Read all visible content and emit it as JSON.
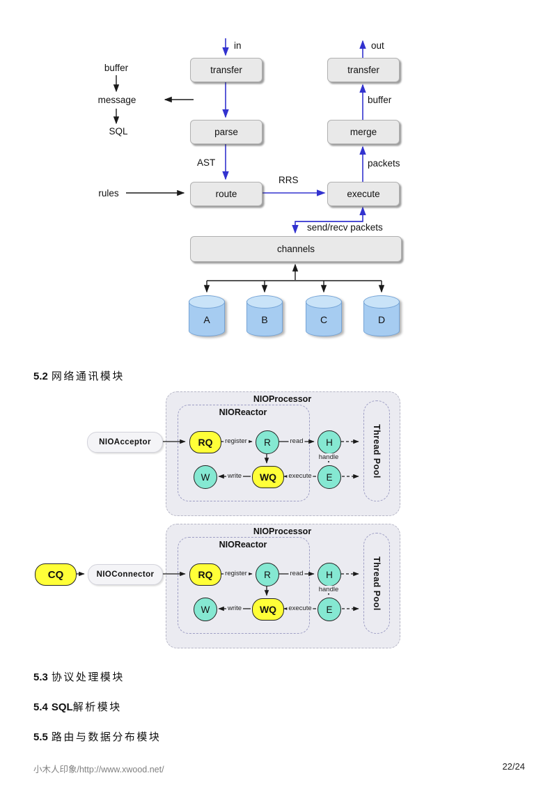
{
  "doc": {
    "footer_left": "小木人印象/http://www.xwood.net/",
    "footer_right": "22/24"
  },
  "sections": [
    {
      "num": "5.2",
      "latin": "",
      "zh": "网络通讯模块"
    },
    {
      "num": "5.3",
      "latin": "",
      "zh": "协议处理模块"
    },
    {
      "num": "5.4",
      "latin": "SQL",
      "zh": "解析模块"
    },
    {
      "num": "5.5",
      "latin": "",
      "zh": "路由与数据分布模块"
    }
  ],
  "flow": {
    "boxes": {
      "transfer_in": "transfer",
      "parse": "parse",
      "route": "route",
      "execute": "execute",
      "merge": "merge",
      "transfer_out": "transfer",
      "channels": "channels"
    },
    "labels": {
      "in": "in",
      "out": "out",
      "buffer_left": "buffer",
      "message": "message",
      "sql": "SQL",
      "rules": "rules",
      "ast": "AST",
      "rrs": "RRS",
      "buffer_right": "buffer",
      "packets": "packets",
      "send_recv": "send/recv packets"
    },
    "cylinders": [
      "A",
      "B",
      "C",
      "D"
    ],
    "colors": {
      "arrow_blue": "#3232cf",
      "arrow_black": "#1a1a1a",
      "box_fill": "#e9e9e9",
      "cylinder_fill": "#a6ccf1"
    }
  },
  "nio1": {
    "processor": "NIOProcessor",
    "reactor": "NIOReactor",
    "thread_pool": "Thread Pool",
    "source": "NIOAcceptor",
    "nodes": {
      "rq": "RQ",
      "r": "R",
      "h": "H",
      "w": "W",
      "wq": "WQ",
      "e": "E"
    },
    "edges": {
      "register": "register",
      "read": "read",
      "handle": "handle",
      "write": "write",
      "execute": "execute"
    }
  },
  "nio2": {
    "processor": "NIOProcessor",
    "reactor": "NIOReactor",
    "thread_pool": "Thread Pool",
    "queue": "CQ",
    "source": "NIOConnector",
    "nodes": {
      "rq": "RQ",
      "r": "R",
      "h": "H",
      "w": "W",
      "wq": "WQ",
      "e": "E"
    },
    "edges": {
      "register": "register",
      "read": "read",
      "handle": "handle",
      "write": "write",
      "execute": "execute"
    }
  },
  "colors": {
    "nio_fill": "#ebebf1",
    "node_yellow": "#ffff38",
    "node_teal": "#85e8d2"
  }
}
